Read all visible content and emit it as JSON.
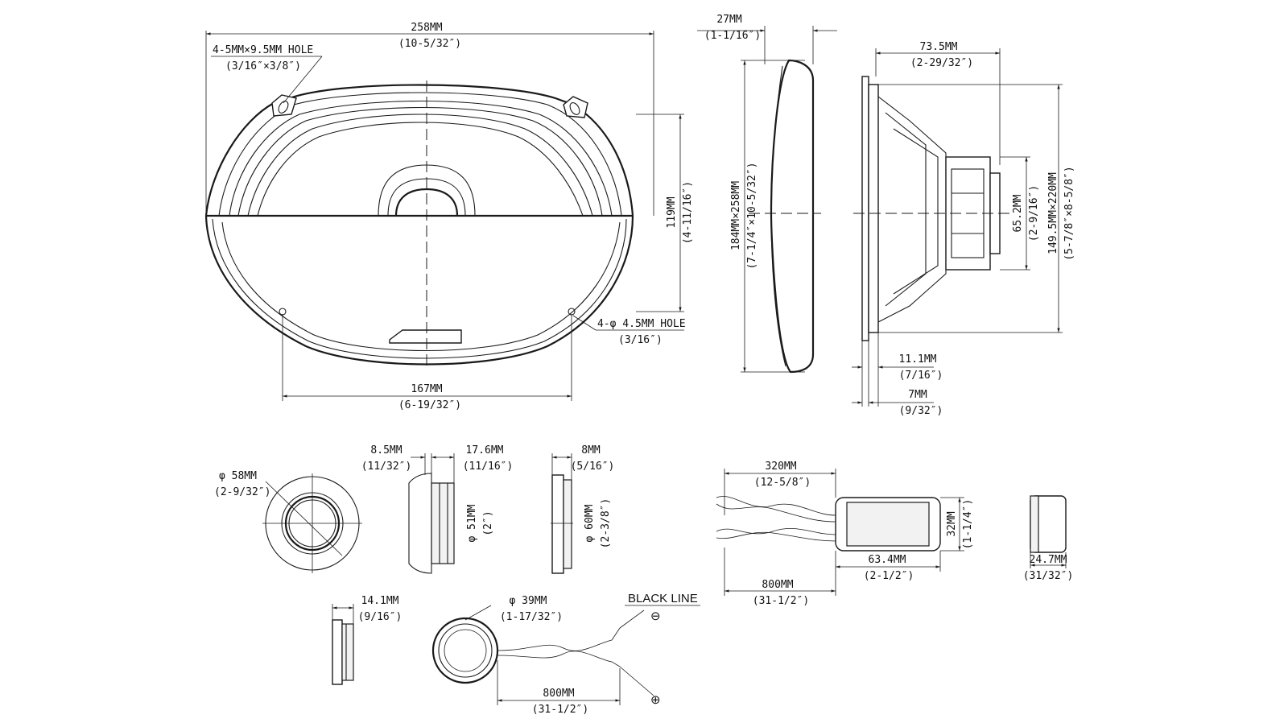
{
  "dimensions": {
    "width_258": {
      "mm": "258MM",
      "inch": "(10-5/32″)"
    },
    "hole_4x": {
      "mm": "4-5MM×9.5MM HOLE",
      "inch": "(3/16″×3/8″)"
    },
    "height_119": {
      "mm": "119MM",
      "inch": "(4-11/16″)"
    },
    "mount_hole": {
      "mm": "4-φ 4.5MM HOLE",
      "inch": "(3/16″)"
    },
    "spacing_167": {
      "mm": "167MM",
      "inch": "(6-19/32″)"
    },
    "depth_27": {
      "mm": "27MM",
      "inch": "(1-1/16″)"
    },
    "size_184x258": {
      "mm": "184MM×258MM",
      "inch": "(7-1/4″×10-5/32″)"
    },
    "depth_73_5": {
      "mm": "73.5MM",
      "inch": "(2-29/32″)"
    },
    "magnet_65_2": {
      "mm": "65.2MM",
      "inch": "(2-9/16″)"
    },
    "cutout_149_5": {
      "mm": "149.5MM×220MM",
      "inch": "(5-7/8″×8-5/8″)"
    },
    "flange_11_1": {
      "mm": "11.1MM",
      "inch": "(7/16″)"
    },
    "flange_7": {
      "mm": "7MM",
      "inch": "(9/32″)"
    },
    "tweeter_58": {
      "mm": "φ 58MM",
      "inch": "(2-9/32″)"
    },
    "tweeter_8_5": {
      "mm": "8.5MM",
      "inch": "(11/32″)"
    },
    "tweeter_17_6": {
      "mm": "17.6MM",
      "inch": "(11/16″)"
    },
    "tweeter_51": {
      "mm": "φ 51MM",
      "inch": "(2″)"
    },
    "tweeter_8": {
      "mm": "8MM",
      "inch": "(5/16″)"
    },
    "tweeter_60": {
      "mm": "φ 60MM",
      "inch": "(2-3/8″)"
    },
    "tweeter_14_1": {
      "mm": "14.1MM",
      "inch": "(9/16″)"
    },
    "tweeter_39": {
      "mm": "φ 39MM",
      "inch": "(1-17/32″)"
    },
    "tweeter_wire_800": {
      "mm": "800MM",
      "inch": "(31-1/2″)"
    },
    "xover_320": {
      "mm": "320MM",
      "inch": "(12-5/8″)"
    },
    "xover_32": {
      "mm": "32MM",
      "inch": "(1-1/4″)"
    },
    "xover_63_4": {
      "mm": "63.4MM",
      "inch": "(2-1/2″)"
    },
    "xover_wire_800": {
      "mm": "800MM",
      "inch": "(31-1/2″)"
    },
    "xover_24_7": {
      "mm": "24.7MM",
      "inch": "(31/32″)"
    }
  },
  "labels": {
    "black_line": "BLACK LINE",
    "minus_symbol": "⊖",
    "plus_symbol": "⊕"
  }
}
